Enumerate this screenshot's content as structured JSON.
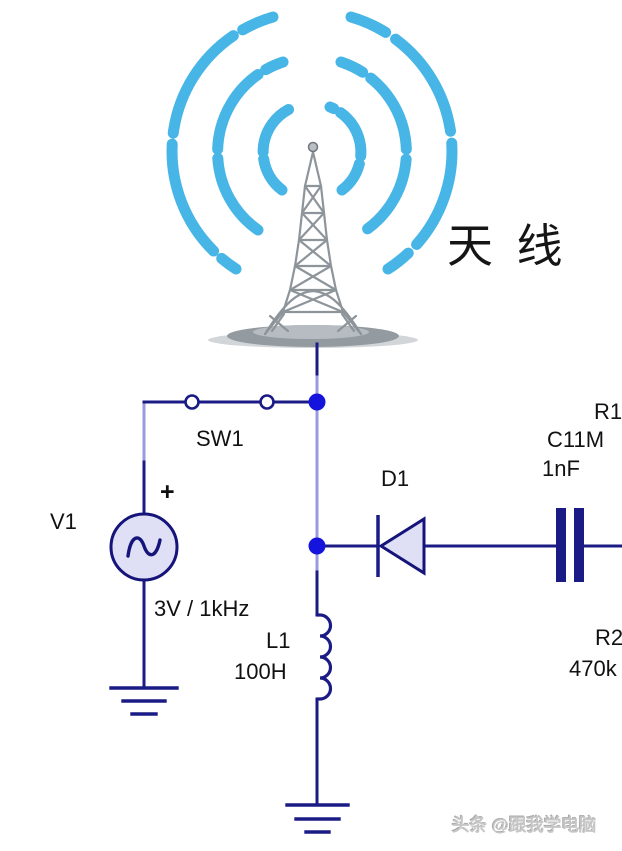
{
  "antenna": {
    "label": "天 线"
  },
  "components": {
    "sw1": {
      "ref": "SW1"
    },
    "v1": {
      "ref": "V1",
      "polarity": "+",
      "value": "3V / 1kHz"
    },
    "d1": {
      "ref": "D1"
    },
    "l1": {
      "ref": "L1",
      "value": "100H"
    },
    "c1": {
      "ref": "C1",
      "value": "1nF"
    },
    "r1": {
      "ref": "R1",
      "value": "1M"
    },
    "r2": {
      "ref": "R2",
      "value": "470k"
    }
  },
  "watermark": "头条 @跟我学电脑",
  "colors": {
    "wire_dark": "#1b1b86",
    "wire_light": "#9a9ae0",
    "junction_blue": "#1414dd",
    "component_fill": "#dfdff5",
    "wave_blue": "#47b5e5",
    "label_text": "#111111",
    "watermark_gray": "#c6c6c6"
  }
}
